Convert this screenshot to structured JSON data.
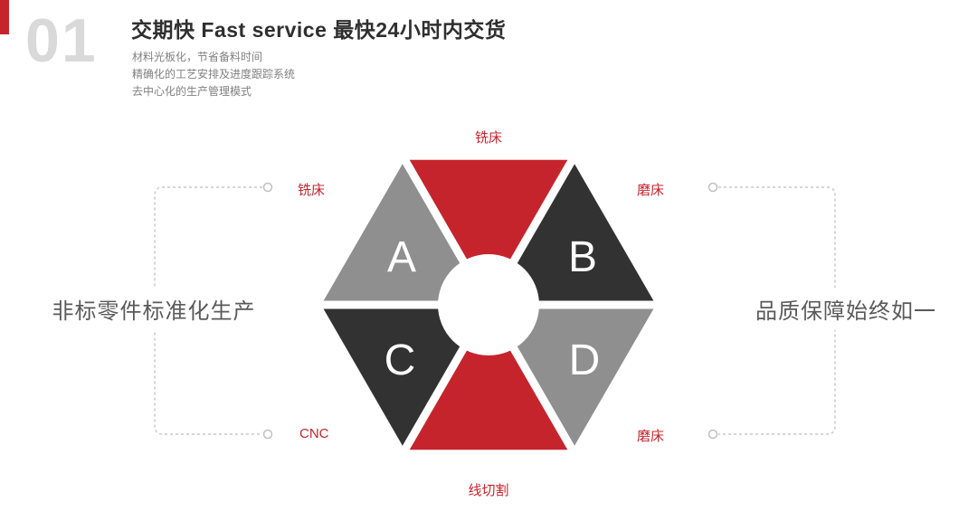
{
  "colors": {
    "accent_red": "#c6242c",
    "dark": "#323232",
    "gray": "#8f8f8f",
    "index_gray": "#d9d9d9",
    "dashed_line": "#c9c9c9",
    "label_red": "#c6242c"
  },
  "header": {
    "index": "01",
    "title": "交期快  Fast service 最快24小时内交货",
    "subtitle_lines": [
      "材料光板化，节省备料时间",
      "精确化的工艺安排及进度跟踪系统",
      "去中心化的生产管理模式"
    ]
  },
  "diagram": {
    "segments": {
      "top": {
        "color": "#c6242c"
      },
      "upper_left": {
        "letter": "A",
        "color": "#8f8f8f"
      },
      "upper_right": {
        "letter": "B",
        "color": "#323232"
      },
      "lower_left": {
        "letter": "C",
        "color": "#323232"
      },
      "lower_right": {
        "letter": "D",
        "color": "#8f8f8f"
      },
      "bottom": {
        "color": "#c6242c"
      }
    },
    "labels": {
      "top": "铣床",
      "upper_left": "铣床",
      "upper_right": "磨床",
      "lower_left": "CNC",
      "lower_right": "磨床",
      "bottom": "线切割"
    }
  },
  "callouts": {
    "left": "非标零件标准化生产",
    "right": "品质保障始终如一"
  }
}
